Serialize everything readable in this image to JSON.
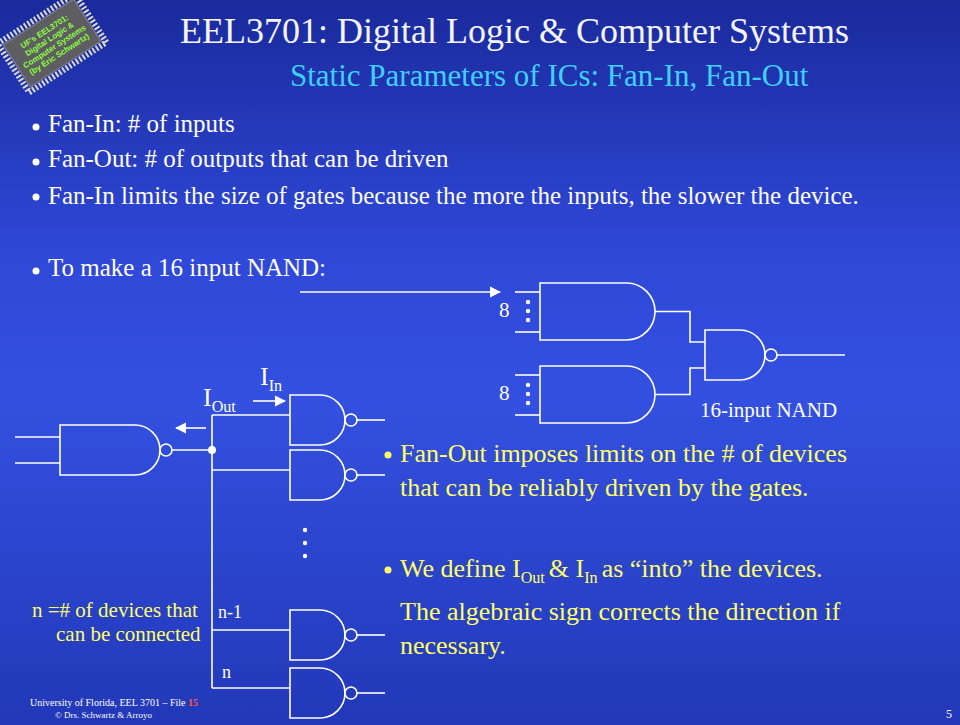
{
  "diagram": {
    "title": "EEL3701: Digital Logic & Computer Systems",
    "nodes": [
      {
        "text": [
          "UF's EEL3701: Digital Logic & Computer Systems (by Eric Schwartz)"
        ]
      }
    ],
    "labels": [
      "Static Parameters of ICs: Fan-In, Fan-Out",
      "Fan-In: # of inputs",
      "Fan-Out: # of outputs that can be driven",
      "Fan-In limits the size of gates because the more the inputs, the slower the device.",
      "To make a 16 input NAND:",
      "8",
      "8",
      "16-input NAND",
      "I",
      "In",
      "I",
      "Out",
      "Fan-Out imposes limits on the # of devices that can be reliably driven by the gates.",
      "We define",
      "I",
      "Out",
      "&",
      "I",
      "In",
      "as “into” the devices. The algebraic sign corrects the direction if necessary.",
      "n =# of devices that can be connected",
      "n-1",
      "n",
      "University of Florida, EEL 3701 – File",
      "15",
      "© Drs. Schwartz & Arroyo",
      "5"
    ]
  }
}
